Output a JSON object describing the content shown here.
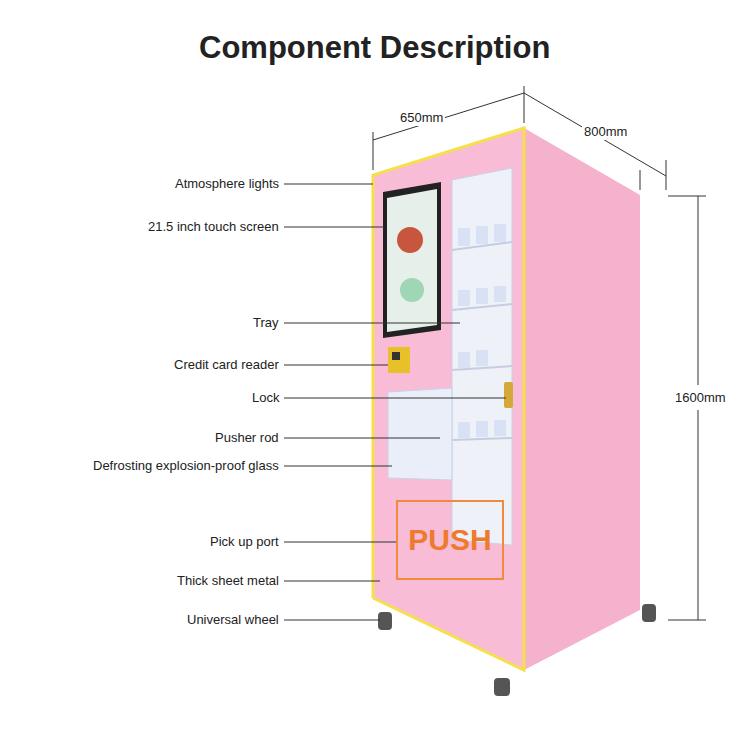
{
  "diagram": {
    "title": "Component Description",
    "nodes": [
      {
        "text": [
          "PUSH"
        ]
      }
    ],
    "labels": [
      "650mm",
      "800mm",
      "Atmosphere lights",
      "21.5 inch touch screen",
      "Tray",
      "Credit card reader",
      "Lock",
      "Pusher rod",
      "Defrosting explosion-proof glass",
      "1600mm",
      "Pick up port",
      "Thick sheet metal",
      "Universal wheel"
    ]
  }
}
